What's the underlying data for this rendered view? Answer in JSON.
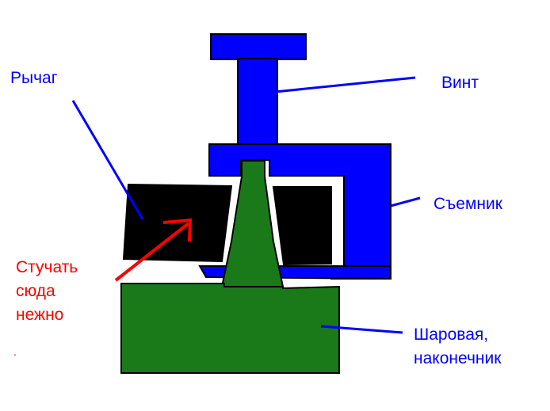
{
  "labels": {
    "lever": "Рычаг",
    "screw": "Винт",
    "puller": "Съемник",
    "hit_here": [
      "Стучать",
      "сюда",
      "нежно"
    ],
    "ball_joint": [
      "Шаровая,",
      "наконечник"
    ],
    "dot": "."
  },
  "colors": {
    "blue": "#0000ff",
    "green": "#1a7a1a",
    "black": "#000000",
    "red": "#ff0000",
    "label_blue": "#0000ff",
    "label_red": "#ff0000",
    "background": "#ffffff"
  }
}
